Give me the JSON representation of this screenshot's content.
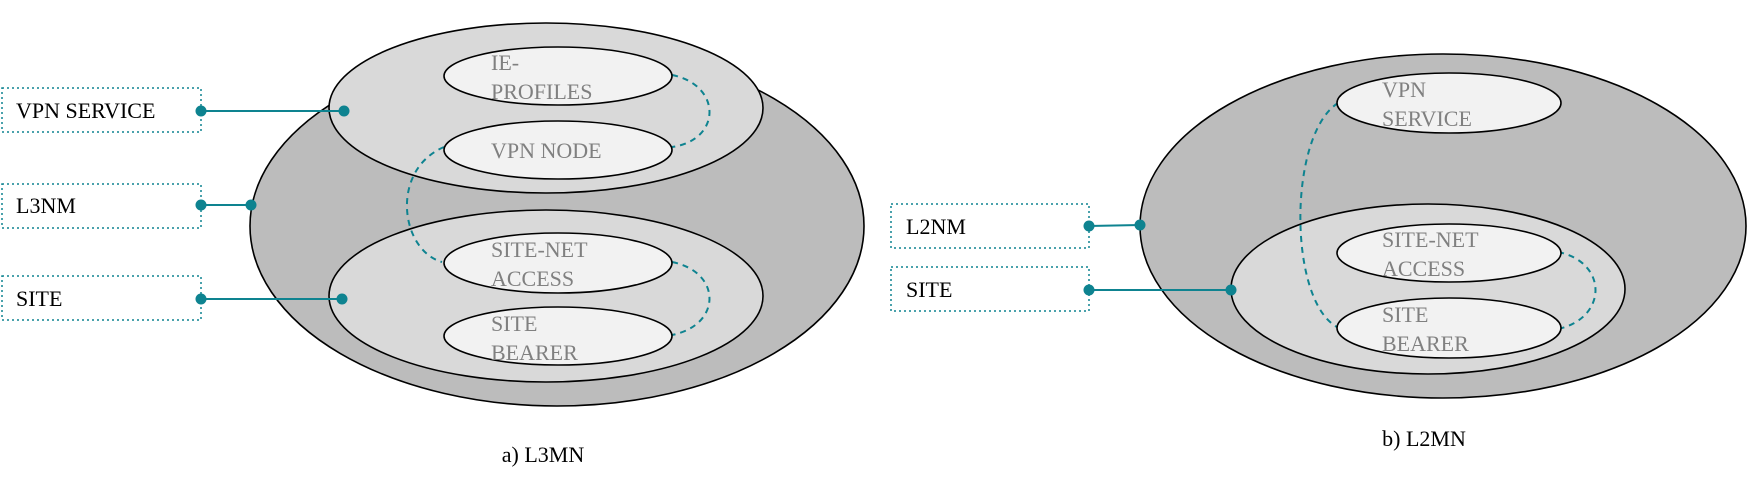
{
  "left": {
    "labels": {
      "vpn_service": "VPN SERVICE",
      "l3nm": "L3NM",
      "site": "SITE"
    },
    "nodes": {
      "ie_profiles": [
        "IE-",
        "PROFILES"
      ],
      "vpn_node": "VPN NODE",
      "site_net_access": [
        "SITE-NET",
        "ACCESS"
      ],
      "site_bearer": [
        "SITE",
        "BEARER"
      ]
    },
    "caption": "a) L3MN"
  },
  "right": {
    "labels": {
      "l2nm": "L2NM",
      "site": "SITE"
    },
    "nodes": {
      "vpn_service": [
        "VPN",
        "SERVICE"
      ],
      "site_net_access": [
        "SITE-NET",
        "ACCESS"
      ],
      "site_bearer": [
        "SITE",
        "BEARER"
      ]
    },
    "caption": "b) L2MN"
  },
  "colors": {
    "accent": "#0e8390",
    "outer_fill": "#bcbcbc",
    "inner_fill": "#d9d9d9",
    "node_fill": "#f2f2f2",
    "node_text": "#808080"
  }
}
